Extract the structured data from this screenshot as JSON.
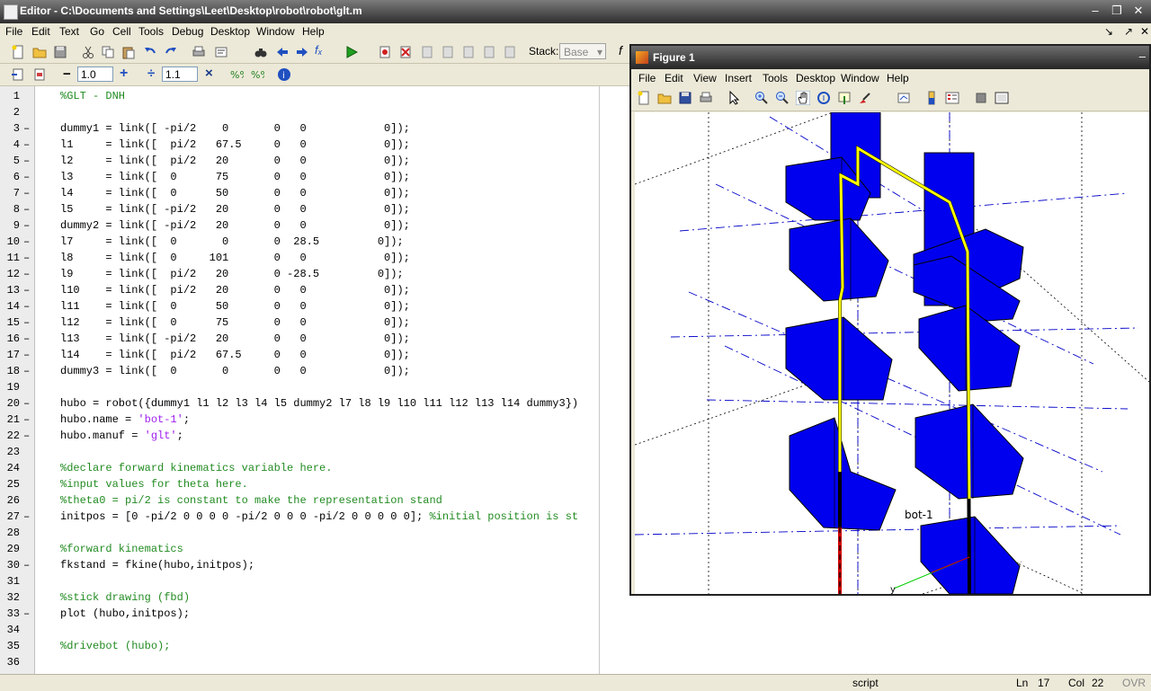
{
  "editor": {
    "title": "Editor - C:\\Documents and Settings\\Leet\\Desktop\\robot\\robot\\glt.m",
    "menu": [
      "File",
      "Edit",
      "Text",
      "Go",
      "Cell",
      "Tools",
      "Debug",
      "Desktop",
      "Window",
      "Help"
    ],
    "toolbar": {
      "stack_label": "Stack:",
      "stack_value": "Base"
    },
    "cell_toolbar": {
      "minus": "−",
      "value1": "1.0",
      "plus": "+",
      "divide": "÷",
      "value2": "1.1",
      "close": "×"
    },
    "lines": [
      {
        "n": "1",
        "dash": "",
        "segs": [
          {
            "t": "%GLT - DNH",
            "c": "comment"
          }
        ]
      },
      {
        "n": "2",
        "dash": "",
        "segs": []
      },
      {
        "n": "3",
        "dash": "–",
        "segs": [
          {
            "t": "dummy1 = link([ -pi/2    0       0   0            0]);",
            "c": ""
          }
        ]
      },
      {
        "n": "4",
        "dash": "–",
        "segs": [
          {
            "t": "l1     = link([  pi/2   67.5     0   0            0]);",
            "c": ""
          }
        ]
      },
      {
        "n": "5",
        "dash": "–",
        "segs": [
          {
            "t": "l2     = link([  pi/2   20       0   0            0]);",
            "c": ""
          }
        ]
      },
      {
        "n": "6",
        "dash": "–",
        "segs": [
          {
            "t": "l3     = link([  0      75       0   0            0]);",
            "c": ""
          }
        ]
      },
      {
        "n": "7",
        "dash": "–",
        "segs": [
          {
            "t": "l4     = link([  0      50       0   0            0]);",
            "c": ""
          }
        ]
      },
      {
        "n": "8",
        "dash": "–",
        "segs": [
          {
            "t": "l5     = link([ -pi/2   20       0   0            0]);",
            "c": ""
          }
        ]
      },
      {
        "n": "9",
        "dash": "–",
        "segs": [
          {
            "t": "dummy2 = link([ -pi/2   20       0   0            0]);",
            "c": ""
          }
        ]
      },
      {
        "n": "10",
        "dash": "–",
        "segs": [
          {
            "t": "l7     = link([  0       0       0  28.5         0]);",
            "c": ""
          }
        ]
      },
      {
        "n": "11",
        "dash": "–",
        "segs": [
          {
            "t": "l8     = link([  0     101       0   0            0]);",
            "c": ""
          }
        ]
      },
      {
        "n": "12",
        "dash": "–",
        "segs": [
          {
            "t": "l9     = link([  pi/2   20       0 -28.5         0]);",
            "c": ""
          }
        ]
      },
      {
        "n": "13",
        "dash": "–",
        "segs": [
          {
            "t": "l10    = link([  pi/2   20       0   0            0]);",
            "c": ""
          }
        ]
      },
      {
        "n": "14",
        "dash": "–",
        "segs": [
          {
            "t": "l11    = link([  0      50       0   0            0]);",
            "c": ""
          }
        ]
      },
      {
        "n": "15",
        "dash": "–",
        "segs": [
          {
            "t": "l12    = link([  0      75       0   0            0]);",
            "c": ""
          }
        ]
      },
      {
        "n": "16",
        "dash": "–",
        "segs": [
          {
            "t": "l13    = link([ -pi/2   20       0   0            0]);",
            "c": ""
          }
        ]
      },
      {
        "n": "17",
        "dash": "–",
        "segs": [
          {
            "t": "l14    = link([  pi/2   67.5     0   0            0]);",
            "c": ""
          }
        ]
      },
      {
        "n": "18",
        "dash": "–",
        "segs": [
          {
            "t": "dummy3 = link([  0       0       0   0            0]);",
            "c": ""
          }
        ]
      },
      {
        "n": "19",
        "dash": "",
        "segs": []
      },
      {
        "n": "20",
        "dash": "–",
        "segs": [
          {
            "t": "hubo = robot({dummy1 l1 l2 l3 l4 l5 dummy2 l7 l8 l9 l10 l11 l12 l13 l14 dummy3})",
            "c": ""
          }
        ]
      },
      {
        "n": "21",
        "dash": "–",
        "segs": [
          {
            "t": "hubo.name = ",
            "c": ""
          },
          {
            "t": "'bot-1'",
            "c": "str"
          },
          {
            "t": ";",
            "c": ""
          }
        ]
      },
      {
        "n": "22",
        "dash": "–",
        "segs": [
          {
            "t": "hubo.manuf = ",
            "c": ""
          },
          {
            "t": "'glt'",
            "c": "str"
          },
          {
            "t": ";",
            "c": ""
          }
        ]
      },
      {
        "n": "23",
        "dash": "",
        "segs": []
      },
      {
        "n": "24",
        "dash": "",
        "segs": [
          {
            "t": "%declare forward kinematics variable here.",
            "c": "comment"
          }
        ]
      },
      {
        "n": "25",
        "dash": "",
        "segs": [
          {
            "t": "%input values for theta here.",
            "c": "comment"
          }
        ]
      },
      {
        "n": "26",
        "dash": "",
        "segs": [
          {
            "t": "%theta0 = pi/2 is constant to make the representation stand",
            "c": "comment"
          }
        ]
      },
      {
        "n": "27",
        "dash": "–",
        "segs": [
          {
            "t": "initpos = [0 -pi/2 0 0 0 0 -pi/2 0 0 0 -pi/2 0 0 0 0 0]; ",
            "c": ""
          },
          {
            "t": "%initial position is st",
            "c": "comment"
          }
        ]
      },
      {
        "n": "28",
        "dash": "",
        "segs": []
      },
      {
        "n": "29",
        "dash": "",
        "segs": [
          {
            "t": "%forward kinematics",
            "c": "comment"
          }
        ]
      },
      {
        "n": "30",
        "dash": "–",
        "segs": [
          {
            "t": "fkstand = fkine(hubo,initpos);",
            "c": ""
          }
        ]
      },
      {
        "n": "31",
        "dash": "",
        "segs": []
      },
      {
        "n": "32",
        "dash": "",
        "segs": [
          {
            "t": "%stick drawing (fbd)",
            "c": "comment"
          }
        ]
      },
      {
        "n": "33",
        "dash": "–",
        "segs": [
          {
            "t": "plot (hubo,initpos);",
            "c": ""
          }
        ]
      },
      {
        "n": "34",
        "dash": "",
        "segs": []
      },
      {
        "n": "35",
        "dash": "",
        "segs": [
          {
            "t": "%drivebot (hubo);",
            "c": "comment"
          }
        ]
      },
      {
        "n": "36",
        "dash": "",
        "segs": []
      }
    ],
    "status": {
      "mode": "script",
      "ln_label": "Ln",
      "ln_value": "17",
      "col_label": "Col",
      "col_value": "22",
      "ovr": "OVR"
    }
  },
  "figure": {
    "title": "Figure 1",
    "menu": [
      "File",
      "Edit",
      "View",
      "Insert",
      "Tools",
      "Desktop",
      "Window",
      "Help"
    ],
    "labels": {
      "robot_name": "bot-1",
      "axis_y": "y"
    }
  },
  "colors": {
    "comment": "#228b22",
    "string": "#a020f0",
    "link_blue": "#0000ee",
    "link_yellow": "#ffff00"
  }
}
